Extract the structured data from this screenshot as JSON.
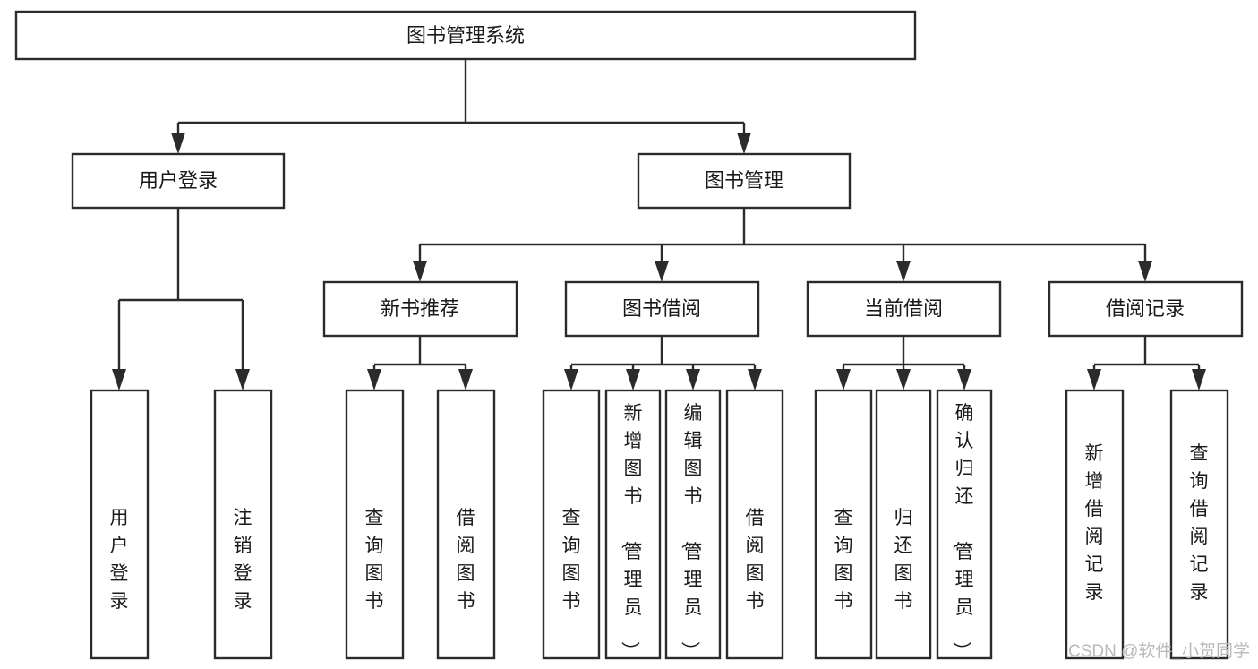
{
  "diagram": {
    "title": "图书管理系统",
    "watermark": "CSDN @软件_小贺同学",
    "colors": {
      "stroke": "#2b2b2b",
      "box_fill": "#ffffff",
      "text": "#1a1a1a",
      "background": "#ffffff",
      "watermark": "#b9b9b9"
    },
    "levels": {
      "root": {
        "label": "图书管理系统"
      },
      "level2": [
        {
          "label": "用户登录"
        },
        {
          "label": "图书管理"
        }
      ],
      "level3": [
        {
          "label": "新书推荐"
        },
        {
          "label": "图书借阅"
        },
        {
          "label": "当前借阅"
        },
        {
          "label": "借阅记录"
        }
      ],
      "leaves": {
        "user_login": [
          {
            "label": "用户登录"
          },
          {
            "label": "注销登录"
          }
        ],
        "new_book": [
          {
            "label": "查询图书"
          },
          {
            "label": "借阅图书"
          }
        ],
        "book_borrow": [
          {
            "label": "查询图书"
          },
          {
            "label": "新增图书（管理员）"
          },
          {
            "label": "编辑图书（管理员）"
          },
          {
            "label": "借阅图书"
          }
        ],
        "current_borrow": [
          {
            "label": "查询图书"
          },
          {
            "label": "归还图书"
          },
          {
            "label": "确认归还（管理员）"
          }
        ],
        "borrow_record": [
          {
            "label": "新增借阅记录"
          },
          {
            "label": "查询借阅记录"
          }
        ]
      }
    }
  }
}
